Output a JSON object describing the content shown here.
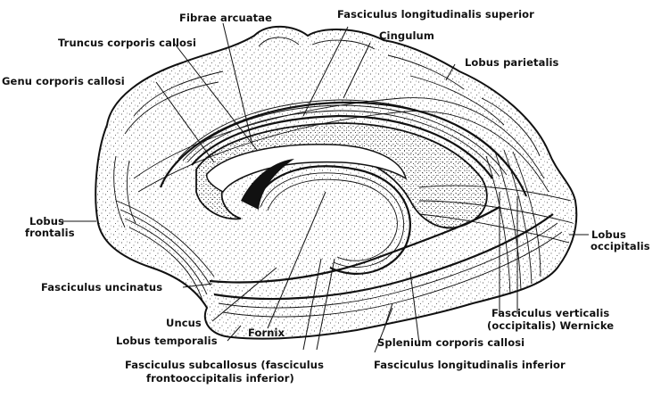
{
  "labels": {
    "fibrae_arcuatae": "Fibrae arcuatae",
    "fasciculus_longitudinalis_superior": "Fasciculus longitudinalis superior",
    "truncus_corporis_callosi": "Truncus corporis callosi",
    "cingulum": "Cingulum",
    "lobus_parietalis": "Lobus parietalis",
    "genu_corporis_callosi": "Genu corporis callosi",
    "lobus_frontalis_1": "Lobus",
    "lobus_frontalis_2": "frontalis",
    "lobus_occipitalis_1": "Lobus",
    "lobus_occipitalis_2": "occipitalis",
    "fasciculus_uncinatus": "Fasciculus uncinatus",
    "fasciculus_verticalis_1": "Fasciculus verticalis",
    "fasciculus_verticalis_2": "(occipitalis) Wernicke",
    "uncus": "Uncus",
    "lobus_temporalis": "Lobus temporalis",
    "fornix": "Fornix",
    "splenium_corporis_callosi": "Splenium corporis callosi",
    "fasciculus_subcallosus_1": "Fasciculus subcallosus (fasciculus",
    "fasciculus_subcallosus_2": "frontooccipitalis inferior)",
    "fasciculus_longitudinalis_inferior": "Fasciculus longitudinalis inferior"
  }
}
